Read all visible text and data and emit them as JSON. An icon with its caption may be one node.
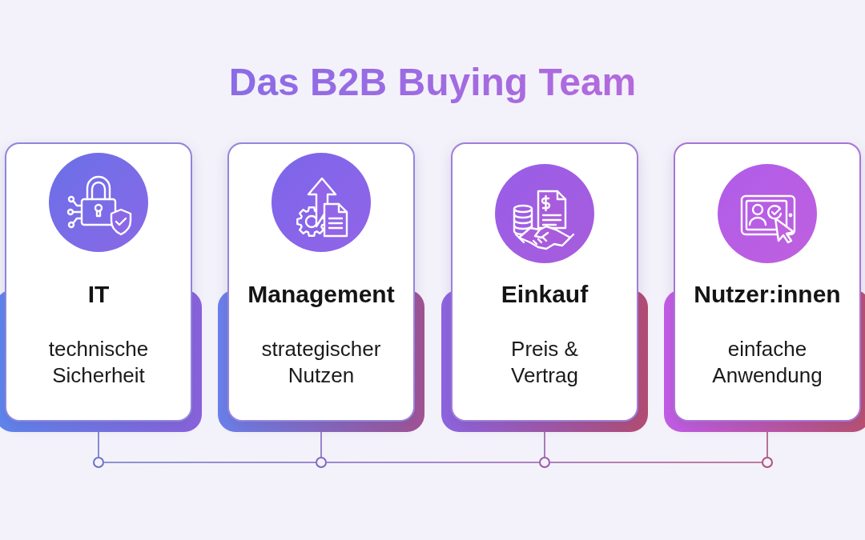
{
  "diagram": {
    "title": "Das B2B Buying Team",
    "nodes": [
      {
        "text": [
          "IT",
          "technische Sicherheit"
        ]
      },
      {
        "text": [
          "Management",
          "strategischer Nutzen"
        ]
      },
      {
        "text": [
          "Einkauf",
          "Preis & Vertrag"
        ]
      },
      {
        "text": [
          "Nutzer:innen",
          "einfache Anwendung"
        ]
      },
      {
        "text": [],
        "shape": "circle"
      },
      {
        "text": [],
        "shape": "circle"
      },
      {
        "text": [],
        "shape": "circle"
      },
      {
        "text": [],
        "shape": "circle"
      }
    ],
    "edges": [
      {
        "from": 0,
        "to": 4,
        "arrow": "none"
      },
      {
        "from": 1,
        "to": 5,
        "arrow": "none"
      },
      {
        "from": 2,
        "to": 6,
        "arrow": "none"
      },
      {
        "from": 3,
        "to": 7,
        "arrow": "none"
      },
      {
        "from": 4,
        "to": 5,
        "arrow": "none"
      },
      {
        "from": 5,
        "to": 6,
        "arrow": "none"
      },
      {
        "from": 6,
        "to": 7,
        "arrow": "none"
      }
    ]
  }
}
